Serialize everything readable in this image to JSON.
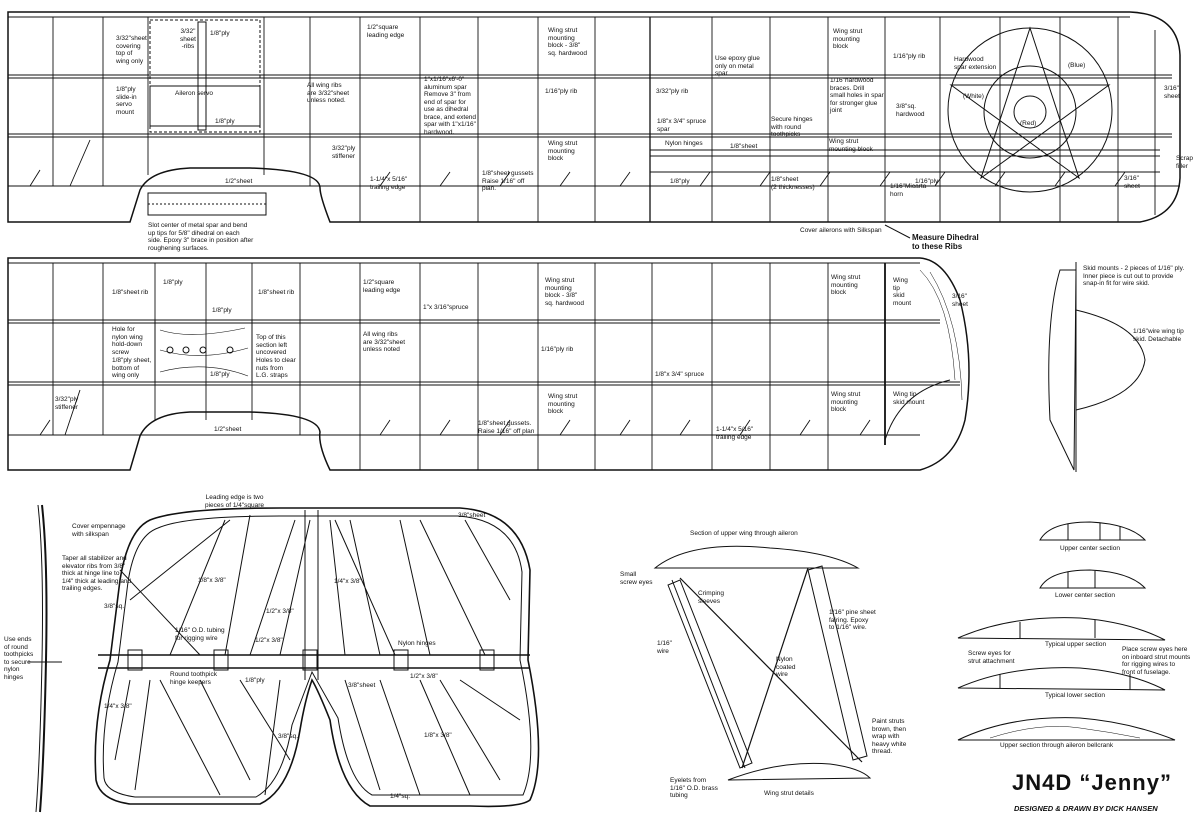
{
  "title": "JN4D “Jenny”",
  "credit": "DESIGNED & DRAWN BY DICK HANSEN",
  "upper_wing": {
    "notes": {
      "sheet_covering": "3/32\"sheet\ncovering\ntop of\nwing only",
      "sheet_ribs": "3/32\"\nsheet\n-ribs",
      "ply_18a": "1/8\"ply",
      "slide_in_servo": "1/8\"ply\nslide-in\nservo\nmount",
      "aileron_servo": "Aileron  servo",
      "ply_18b": "1/8\"ply",
      "square_le": "1/2\"square\nleading edge",
      "all_ribs": "All wing ribs\nare 3/32\"sheet\nunless noted.",
      "ply_stiffener": "3/32\"ply\nstiffener",
      "te_1": "1-1/4\"x 5/16\"\ntrailing edge",
      "half_sheet": "1/2\"sheet",
      "alum_spar": "1\"x1/16\"x6'-0\"\naluminum spar\nRemove 3\" from\nend of spar for\nuse as dihedral\nbrace, and extend\nspar with 1\"x1/16\"\nhardwood.",
      "gussets": "1/8\"sheet gussets\nRaise 1/16\" off\nplan.",
      "strut_block_top": "Wing strut\nmounting\nblock - 3/8\"\nsq. hardwood",
      "ply_rib_116": "1/16\"ply rib",
      "strut_block_mid": "Wing strut\nmounting\nblock",
      "ply_18c": "1/8\"ply",
      "epoxy_glue": "Use epoxy glue\nonly on metal\nspar",
      "ply_rib_332": "3/32\"ply rib",
      "spruce_spar": "1/8\"x 3/4\" spruce\nspar",
      "nylon_hinges": "Nylon hinges",
      "sheet_18": "1/8\"sheet",
      "hardwood_braces": "1/16\"hardwood\nbraces. Drill\nsmall holes in spar\nfor stronger glue\njoint",
      "secure_hinges": "Secure hinges\nwith round\ntoothpicks",
      "two_thick": "1/8\"sheet\n(2 thicknesses)",
      "strut_block_right": "Wing strut\nmounting block",
      "strut_block_tr": "Wing strut\nmounting\nblock",
      "ply_rib_116b": "1/16\"ply rib",
      "sq_hardwood": "3/8\"sq.\nhardwood",
      "ply_116": "1/16\"ply",
      "micarta": "1/16\"Micarta\nhorn",
      "hardwood_ext": "Hardwood\nspar extension",
      "sheet_316a": "3/16\"\nsheet",
      "sheet_316b": "3/16\"\nsheet",
      "scrap_filler": "Scrap\nfiller",
      "cover_ailerons": "Cover ailerons with Silkspan",
      "slot_center": "Slot center of metal spar and bend\nup tips for 5/8\" dihedral on each\nside. Epoxy 3\" brace in position after\nroughening surfaces."
    },
    "insignia": {
      "blue": "(Blue)",
      "white": "(White)",
      "red": "(Red)"
    }
  },
  "measure_dihedral": "Measure Dihedral\nto these Ribs",
  "lower_wing": {
    "notes": {
      "sheet_rib": "1/8\"sheet rib",
      "ply_a": "1/8\"ply",
      "sheet_rib_b": "1/8\"sheet rib",
      "ply_b": "1/8\"ply",
      "hole_nylon": "Hole for\nnylon wing\nhold-down\nscrew",
      "ply_sheet_bottom": "1/8\"ply sheet,\nbottom of\nwing only",
      "ply_c": "1/8\"ply",
      "top_uncovered": "Top of this\nsection left\nuncovered",
      "holes_nuts": "Holes to clear\nnuts from\nL.G. straps",
      "ply_stiffener": "3/32\"ply\nstiffener",
      "half_sheet": "1/2\"sheet",
      "square_le": "1/2\"square\nleading edge",
      "spruce_316": "1\"x 3/16\"spruce",
      "all_ribs": "All wing ribs\nare 3/32\"sheet\nunless noted",
      "strut_block_a": "Wing strut\nmounting\nblock - 3/8\"\nsq. hardwood",
      "ply_rib": "1/16\"ply rib",
      "spruce_34": "1/8\"x 3/4\" spruce",
      "strut_block_b": "Wing strut\nmounting\nblock",
      "gussets": "1/8\"sheet gussets.\nRaise 1/16\" off plan",
      "te": "1-1/4\"x 5/16\"\ntrailing edge",
      "strut_block_c": "Wing strut\nmounting\nblock",
      "tip_skid": "Wing\ntip\nskid\nmount",
      "sheet_316": "3/16\"\nsheet",
      "strut_block_d": "Wing strut\nmounting\nblock",
      "tip_skid_b": "Wing tip\nskid mount"
    }
  },
  "skid": {
    "mounts": "Skid mounts - 2 pieces of 1/16\" ply.\nInner piece is cut out to provide\nsnap-in fit for wire skid.",
    "wire": "1/16\"wire wing tip\nskid. Detachable"
  },
  "tail": {
    "cover": "Cover empennage\nwith silkspan",
    "taper": "Taper all stabilizer and\nelevator ribs from 3/8\"\nthick at hinge line to\n1/4\" thick at leading and\ntrailing edges.",
    "use_ends": "Use ends\nof round\ntoothpicks\nto secure\nnylon\nhinges",
    "le_two": "Leading edge is two\npieces of 1/4\"square",
    "sheet_38": "3/8\"sheet",
    "sq_38": "3/8\"sq.",
    "x38_a": "1/8\"x 3/8\"",
    "x38_b": "1/4\"x 3/8\"",
    "x38_c": "1/2\"x 3/8\"",
    "tubing": "1/16\" O.D. tubing\nfor rigging wire",
    "x38_d": "1/2\"x 3/8\"",
    "nylon_hinges": "Nylon hinges",
    "x38_e": "1/2\"x 3/8\"",
    "keepers": "Round toothpick\nhinge keepers",
    "ply": "1/8\"ply",
    "sheet_38b": "3/8\"sheet",
    "x38_f": "1/4\"x 3/8\"",
    "sq_38b": "3/8\"sq.",
    "x38_g": "1/8\"x 3/8\"",
    "sq_14": "1/4\"sq."
  },
  "strut": {
    "section": "Section of upper wing through aileron",
    "screw_eyes": "Small\nscrew eyes",
    "crimping": "Crimping\nsleeves",
    "fairing": "1/16\" pine sheet\nfairing. Epoxy\nto 1/16\" wire.",
    "wire": "1/16\"\nwire",
    "nylon_wire": "Nylon\ncoated\nwire",
    "paint": "Paint struts\nbrown, then\nwrap with\nheavy white\nthread.",
    "eyelets": "Eyelets from\n1/16\" O.D. brass\ntubing",
    "details": "Wing strut details"
  },
  "sections": {
    "upper_center": "Upper center section",
    "lower_center": "Lower center section",
    "typical_upper": "Typical upper section",
    "screw_eyes": "Screw eyes for\nstrut attachment",
    "place_eyes": "Place screw eyes here\non inboard strut mounts\nfor rigging wires to\nfront of fuselage.",
    "typical_lower": "Typical lower section",
    "bellcrank": "Upper section through aileron bellcrank"
  }
}
